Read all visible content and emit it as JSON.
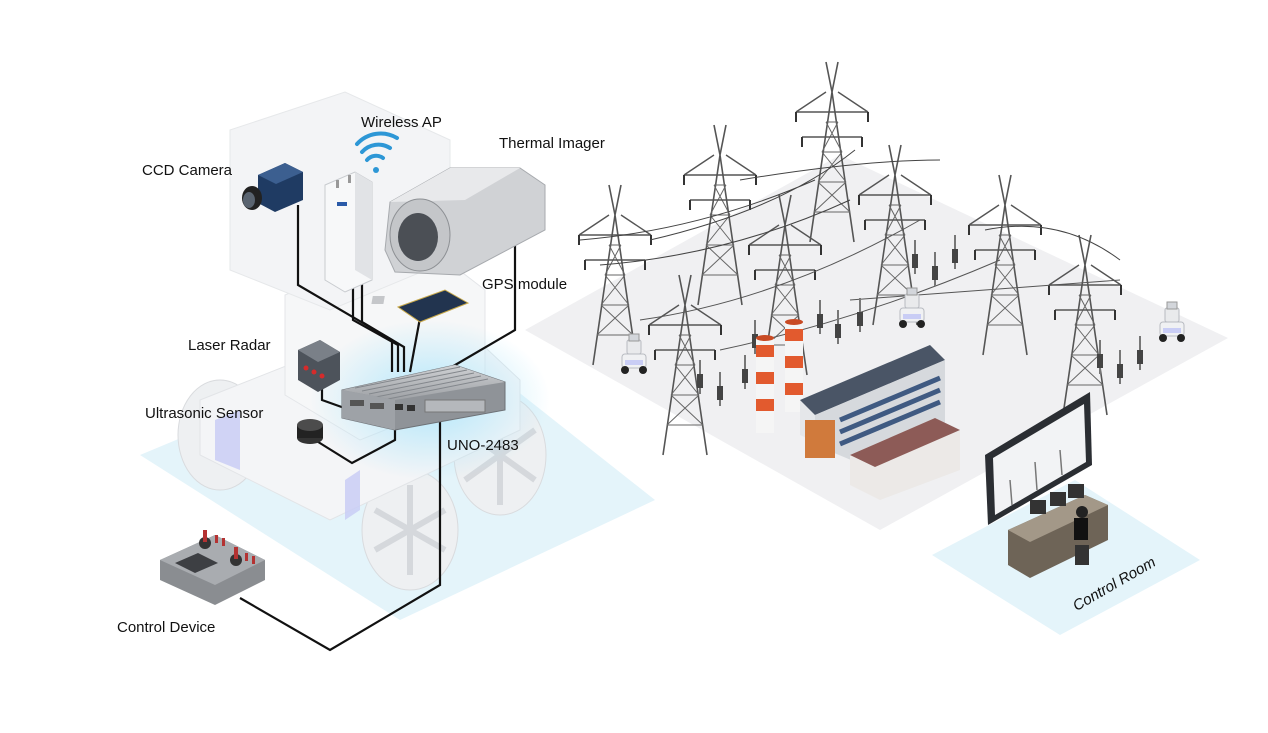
{
  "labels": {
    "wireless_ap": "Wireless AP",
    "thermal_imager": "Thermal Imager",
    "ccd_camera": "CCD Camera",
    "gps_module": "GPS module",
    "laser_radar": "Laser Radar",
    "ultrasonic_sensor": "Ultrasonic Sensor",
    "controller": "UNO-2483",
    "control_device": "Control Device",
    "control_room": "Control Room"
  },
  "colors": {
    "ground": "#e4f4fa",
    "substation_floor": "#efeff1",
    "robot_body": "#f3f4f6",
    "robot_accent": "#c9cdf5",
    "cable": "#111111",
    "wifi": "#2d97d6",
    "glow": "#bfe9fb",
    "chimney_red": "#e25a2e",
    "roof": "#4a5566"
  },
  "icons": [
    "wifi-icon",
    "tower-icon",
    "patrol-robot-icon",
    "factory-icon",
    "monitor-icon"
  ]
}
